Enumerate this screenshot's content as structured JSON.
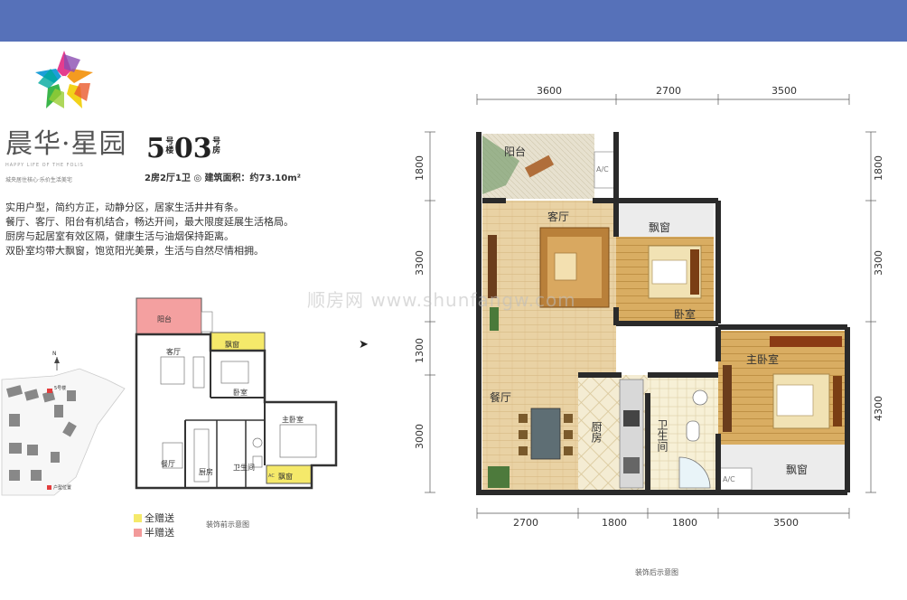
{
  "brand": {
    "name": "晨华·星园",
    "slogan_en": "HAPPY LIFE OF THE FOLIS",
    "slogan_cn": "城央居住核心·乐价生活美宅"
  },
  "unit": {
    "building_num": "5",
    "building_suffix": "号楼",
    "room_num": "03",
    "room_suffix": "号房",
    "spec": "2房2厅1卫 ◎ 建筑面积：约73.10m²"
  },
  "description": [
    "实用户型，简约方正，动静分区，居家生活井井有条。",
    "餐厅、客厅、阳台有机结合，畅达开间，最大限度延展生活格局。",
    "厨房与起居室有效区隔，健康生活与油烟保持距离。",
    "双卧室均带大飘窗，饱览阳光美景，生活与自然尽情相拥。"
  ],
  "legend": [
    {
      "label": "全赠送",
      "color": "#f5e96a"
    },
    {
      "label": "半赠送",
      "color": "#f29a9a"
    }
  ],
  "captions": {
    "before": "装饰前示意图",
    "after": "装饰后示意图"
  },
  "site_plan": {
    "building_label": "5号楼",
    "north": "N",
    "position_label": "户型位置"
  },
  "small_plan_rooms": {
    "balcony": "阳台",
    "living": "客厅",
    "bay_window_1": "飘窗",
    "bedroom": "卧室",
    "master_bedroom": "主卧室",
    "dining": "餐厅",
    "kitchen": "厨房",
    "bathroom": "卫生间",
    "bay_window_2": "飘窗",
    "ac": "AC"
  },
  "large_plan_rooms": {
    "balcony": "阳台",
    "ac_top": "A/C",
    "living": "客厅",
    "bay_window_1": "飘窗",
    "bedroom": "卧室",
    "master_bedroom": "主卧室",
    "dining": "餐厅",
    "kitchen": "厨房",
    "bathroom": "卫生间",
    "ac_bottom": "A/C",
    "bay_window_2": "飘窗"
  },
  "dimensions": {
    "top": [
      "3600",
      "2700",
      "3500"
    ],
    "bottom": [
      "2700",
      "1800",
      "1800",
      "3500"
    ],
    "left": [
      "1800",
      "3300",
      "1300",
      "3000"
    ],
    "right": [
      "1800",
      "3300",
      "4300"
    ]
  },
  "watermark": "顺房网 www.shunfangw.com",
  "colors": {
    "header": "#5671b9",
    "wood_floor": "#e8cfa0",
    "wall": "#2a2a2a",
    "tile": "#f0e6c8"
  }
}
